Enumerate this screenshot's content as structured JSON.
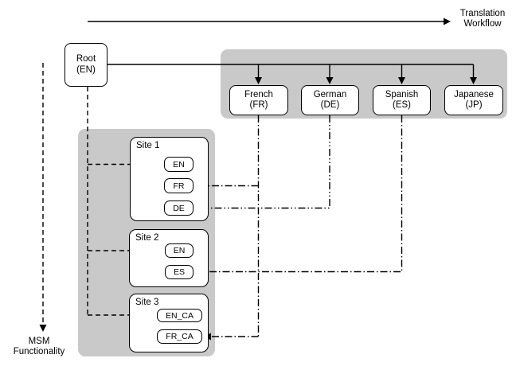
{
  "colors": {
    "region_bg": "#c9c9c9",
    "box_bg": "#ffffff",
    "line": "#000000"
  },
  "workflow_arrow_label": {
    "line1": "Translation",
    "line2": "Workflow"
  },
  "msm_arrow_label": {
    "line1": "MSM",
    "line2": "Functionality"
  },
  "root_box": {
    "line1": "Root",
    "line2": "(EN)"
  },
  "language_boxes": [
    {
      "name": "French",
      "code": "(FR)"
    },
    {
      "name": "German",
      "code": "(DE)"
    },
    {
      "name": "Spanish",
      "code": "(ES)"
    },
    {
      "name": "Japanese",
      "code": "(JP)"
    }
  ],
  "site_panels": [
    {
      "label": "Site 1",
      "locales": [
        "EN",
        "FR",
        "DE"
      ]
    },
    {
      "label": "Site 2",
      "locales": [
        "EN",
        "ES"
      ]
    },
    {
      "label": "Site 3",
      "locales": [
        "EN_CA",
        "FR_CA"
      ]
    }
  ]
}
